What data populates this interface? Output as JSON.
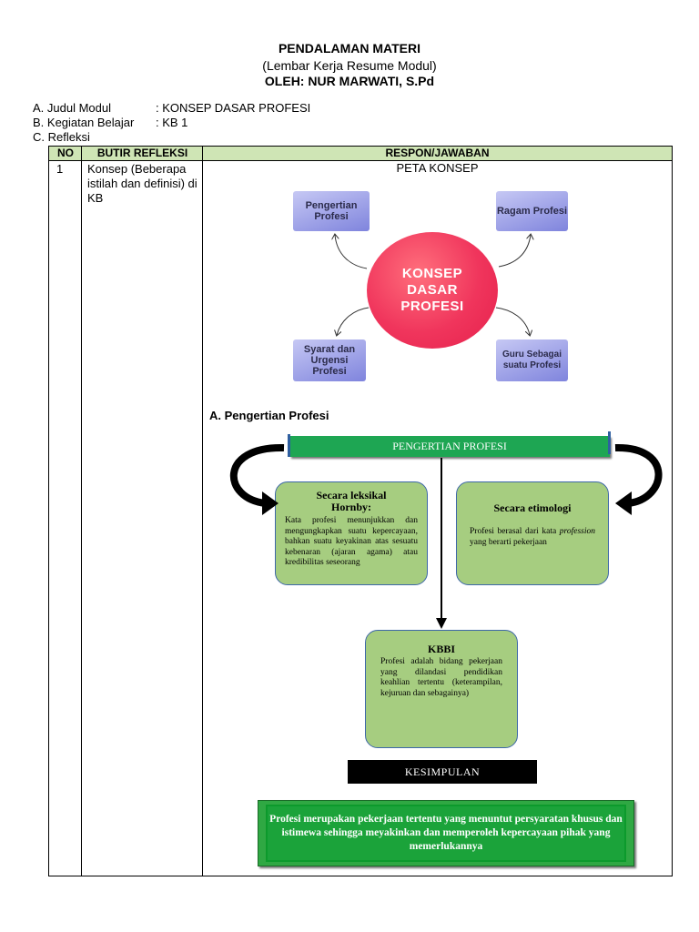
{
  "header": {
    "title": "PENDALAMAN MATERI",
    "subtitle": "(Lembar Kerja Resume Modul)",
    "author": "OLEH: NUR MARWATI, S.Pd"
  },
  "info": {
    "a_label": "A. Judul Modul",
    "a_value": ": KONSEP DASAR PROFESI",
    "b_label": "B. Kegiatan Belajar",
    "b_value": ": KB 1",
    "c_label": "C. Refleksi"
  },
  "table": {
    "headers": {
      "no": "NO",
      "butir": "BUTIR REFLEKSI",
      "respon": "RESPON/JAWABAN"
    },
    "row1": {
      "no": "1",
      "butir": "Konsep (Beberapa istilah dan definisi) di KB"
    }
  },
  "peta": {
    "title": "PETA KONSEP",
    "center": "KONSEP DASAR PROFESI",
    "top_left": "Pengertian Profesi",
    "top_right": "Ragam Profesi",
    "bottom_left": "Syarat dan Urgensi Profesi",
    "bottom_right": "Guru Sebagai suatu Profesi"
  },
  "section_a": {
    "heading": "A. Pengertian Profesi",
    "bar": "PENGERTIAN PROFESI",
    "leksikal_title": "Secara leksikal Hornby:",
    "leksikal_text": "Kata profesi menunjukkan dan mengungkapkan suatu kepercayaan, bahkan suatu keyakinan atas sesuatu kebenaran (ajaran agama) atau kredibilitas seseorang",
    "etimologi_title": "Secara etimologi",
    "etimologi_text_1": "Profesi berasal dari kata",
    "etimologi_text_em": "profession",
    "etimologi_text_2": "yang berarti pekerjaan",
    "kbbi_title": "KBBI",
    "kbbi_text": "Profesi adalah bidang pekerjaan yang dilandasi pendidikan keahlian tertentu (keterampilan, kejuruan dan sebagainya)",
    "kesimpulan_label": "KESIMPULAN",
    "kesimpulan_text": "Profesi merupakan pekerjaan tertentu yang menuntut persyaratan khusus dan istimewa sehingga meyakinkan dan memperoleh kepercayaan pihak yang memerlukannya"
  },
  "colors": {
    "table_header_bg": "#cfe5b5",
    "map_box": "#8e92e2",
    "circle": "#f0355c",
    "green_bar": "#1ea653",
    "rounded_box": "#a6cd80",
    "conclusion": "#1ba33a"
  }
}
